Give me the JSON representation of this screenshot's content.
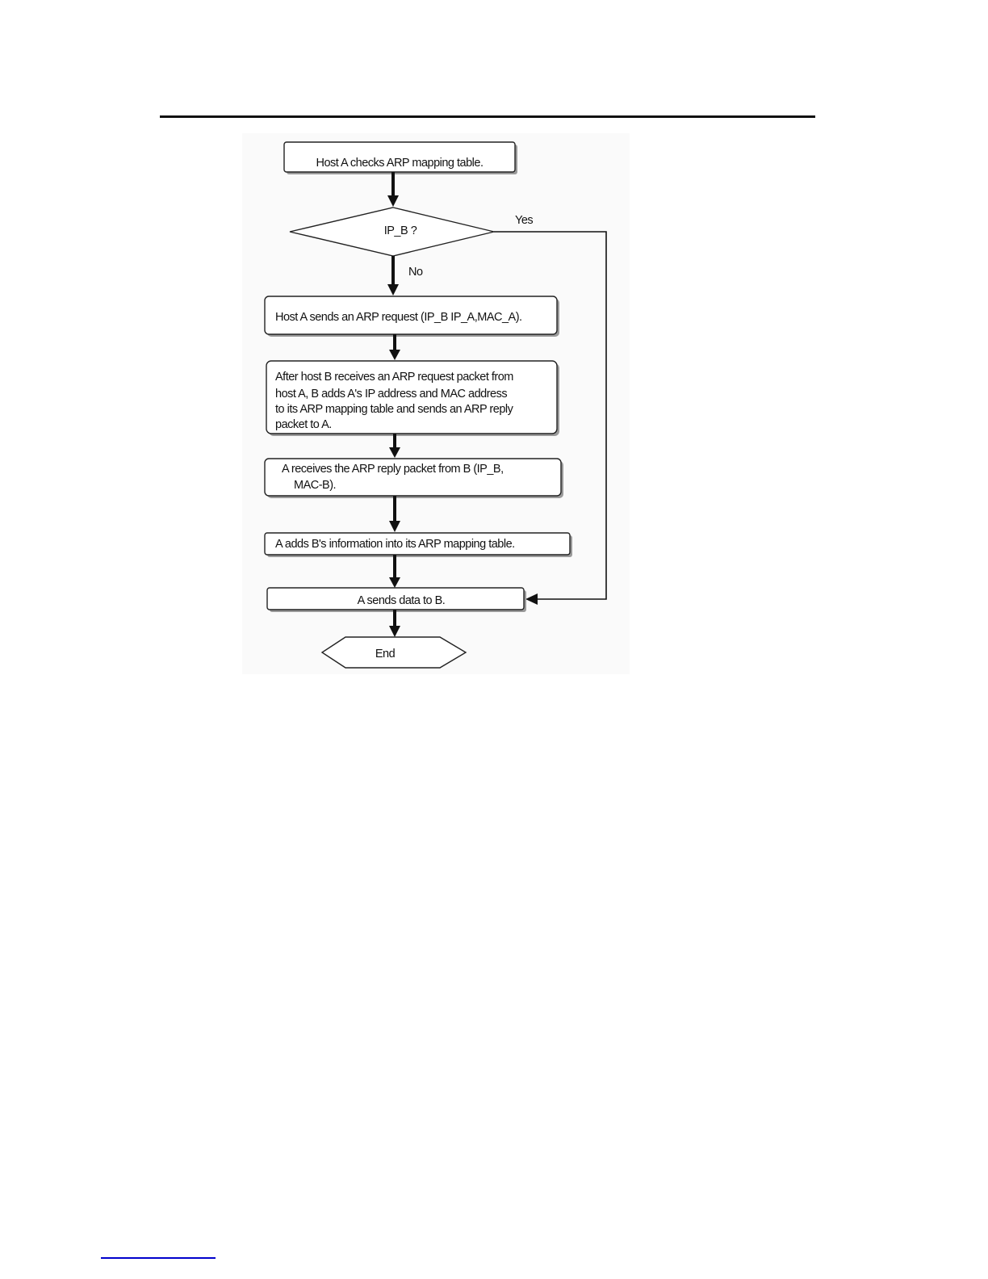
{
  "flowchart": {
    "start": "Host   A checks ARP  mapping table.",
    "decision": "IP_B ?",
    "yes_label": "Yes",
    "no_label": "No",
    "step_send_request": "Host A sends an ARP request (IP_B   IP_A,MAC_A).",
    "step_b_receives": [
      "After host B receives an ARP request packet from",
      "host A, B adds A's IP address and MAC address",
      "to its ARP mapping table and sends an ARP reply",
      "packet to A."
    ],
    "step_a_receives": [
      "A receives the ARP reply packet from B (IP_B,",
      "MAC-B)."
    ],
    "step_add_info": "A adds B's information into its ARP mapping table.",
    "step_send_data": "A sends data to B.",
    "end": "End"
  }
}
